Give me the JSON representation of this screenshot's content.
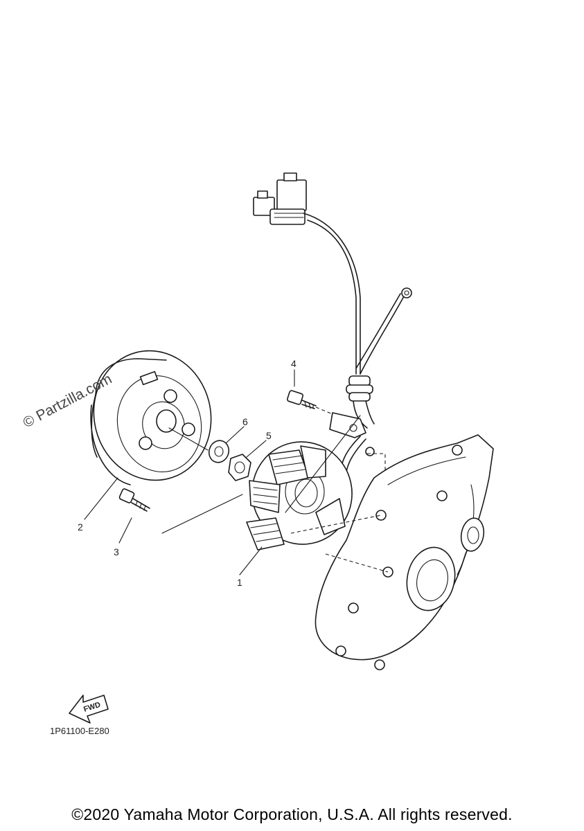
{
  "watermark": "© Partzilla.com",
  "callouts": [
    {
      "id": "1",
      "label": "1"
    },
    {
      "id": "2",
      "label": "2"
    },
    {
      "id": "3",
      "label": "3"
    },
    {
      "id": "4",
      "label": "4"
    },
    {
      "id": "5",
      "label": "5"
    },
    {
      "id": "6",
      "label": "6"
    }
  ],
  "direction_arrow": {
    "label": "FWD",
    "icon": "fwd-arrow-icon"
  },
  "diagram_code": "1P61100-E280",
  "copyright": "©2020 Yamaha Motor Corporation, U.S.A. All rights reserved."
}
